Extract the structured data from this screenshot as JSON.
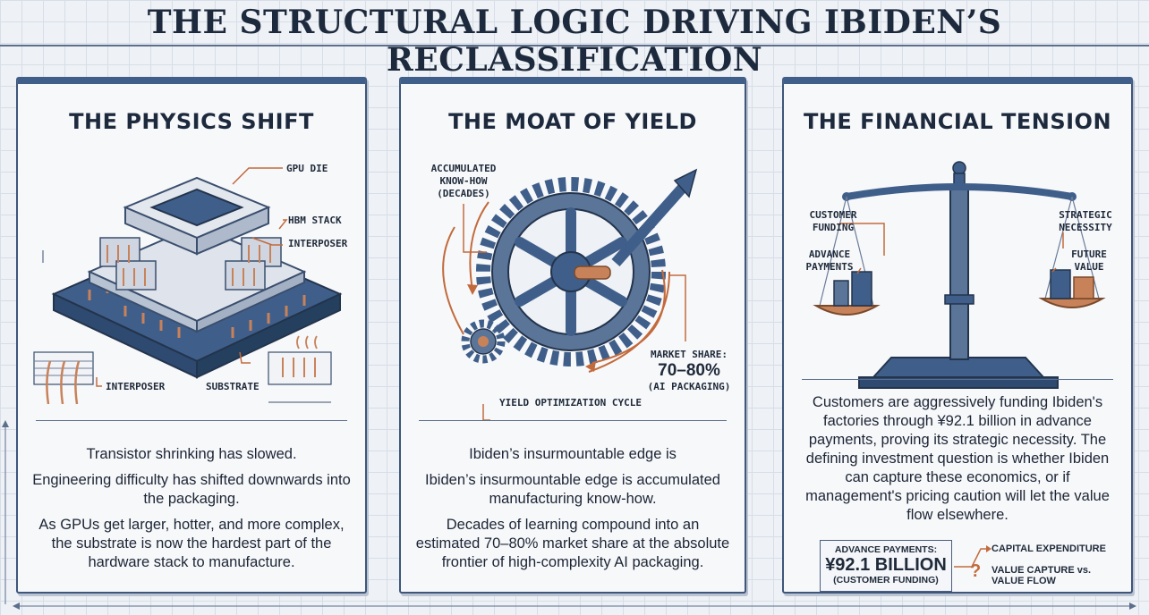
{
  "title": "THE STRUCTURAL LOGIC DRIVING IBIDEN’S RECLASSIFICATION",
  "panels": {
    "physics": {
      "title": "THE PHYSICS SHIFT",
      "labels": {
        "gpu_die": "GPU DIE",
        "hbm_stack": "HBM STACK",
        "interposer_top": "INTERPOSER",
        "interposer_bottom": "INTERPOSER",
        "substrate": "SUBSTRATE"
      },
      "paragraphs": [
        "Transistor shrinking has slowed.",
        "Engineering difficulty has shifted downwards into the packaging.",
        "As GPUs get larger, hotter, and more complex, the substrate is now the hardest part of the hardware stack to manufacture."
      ]
    },
    "moat": {
      "title": "THE MOAT OF YIELD",
      "labels": {
        "knowhow_1": "ACCUMULATED",
        "knowhow_2": "KNOW-HOW",
        "knowhow_3": "(DECADES)",
        "share_caption": "MARKET SHARE:",
        "share_value": "70–80%",
        "share_sub": "(AI PACKAGING)",
        "cycle": "YIELD OPTIMIZATION CYCLE"
      },
      "paragraphs": [
        "Ibiden’s insurmountable edge is",
        "Ibiden’s insurmountable edge is accumulated manufacturing know-how.",
        "Decades of learning compound into an estimated 70–80% market share at the absolute frontier of high-complexity AI packaging."
      ]
    },
    "financial": {
      "title": "THE FINANCIAL TENSION",
      "labels": {
        "customer_1": "CUSTOMER",
        "customer_2": "FUNDING",
        "advance_1": "ADVANCE",
        "advance_2": "PAYMENTS",
        "strategic_1": "STRATEGIC",
        "strategic_2": "NECESSITY",
        "future_1": "FUTURE",
        "future_2": "VALUE"
      },
      "paragraph": "Customers are aggressively funding Ibiden's factories through ¥92.1 billion in advance payments, proving its strategic necessity. The defining investment question is whether Ibiden can capture these economics, or if management's pricing caution will let the value flow elsewhere.",
      "callout": {
        "caption": "ADVANCE PAYMENTS:",
        "value": "¥92.1 BILLION",
        "sub": "(CUSTOMER FUNDING)",
        "right_1": "CAPITAL EXPENDITURE",
        "right_2a": "VALUE CAPTURE vs.",
        "right_2b": "VALUE FLOW",
        "q": "?"
      }
    }
  },
  "colors": {
    "navy": "#3f5f8a",
    "steel": "#5b7598",
    "copper": "#c8825a",
    "ink": "#1d2a3d"
  }
}
